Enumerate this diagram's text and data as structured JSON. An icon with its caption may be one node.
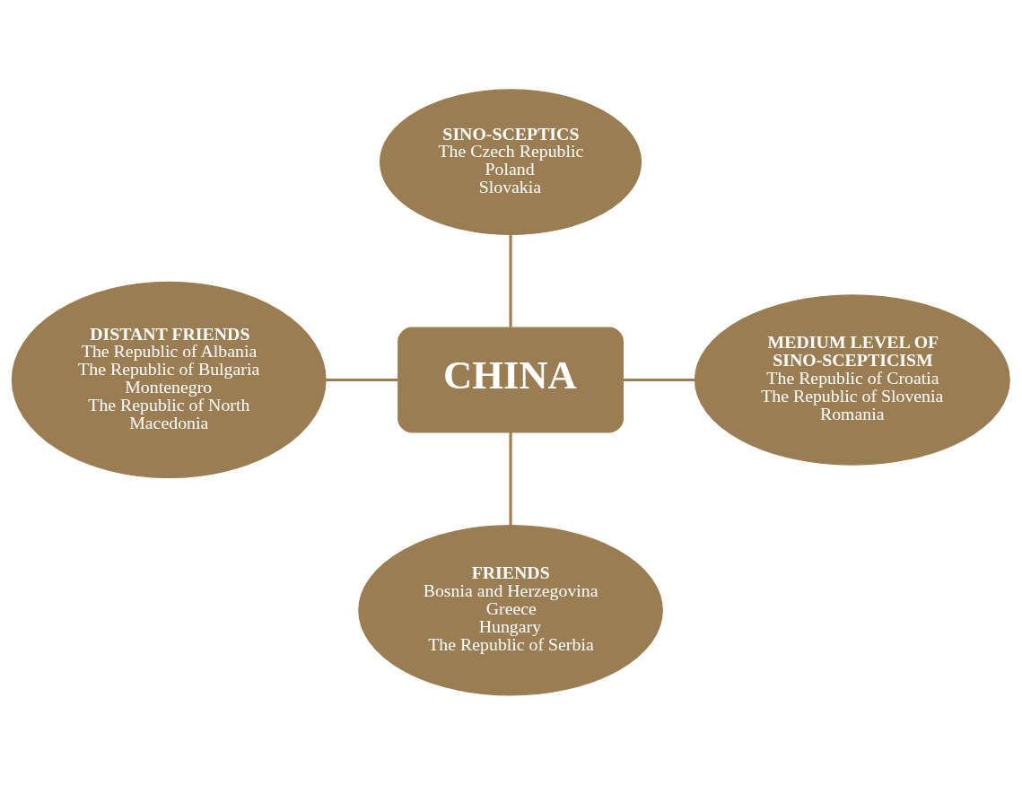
{
  "diagram": {
    "nodes": [
      {
        "text": [
          "SINO-SCEPTICS",
          "The Czech Republic",
          "Poland",
          "Slovakia"
        ]
      },
      {
        "text": [
          "DISTANT FRIENDS",
          "The Republic of Albania",
          "The Republic of Bulgaria",
          "Montenegro",
          "The Republic of North Macedonia"
        ]
      },
      {
        "text": [
          "CHINA"
        ]
      },
      {
        "text": [
          "MEDIUM LEVEL OF SINO-SCEPTICISM",
          "The Republic of Croatia",
          "The Republic of Slovenia",
          "Romania"
        ]
      },
      {
        "text": [
          "FRIENDS",
          "Bosnia and Herzegovina",
          "Greece",
          "Hungary",
          "The Republic of Serbia"
        ]
      }
    ],
    "edges": [
      {
        "from": 0,
        "to": 2,
        "arrow": "none"
      },
      {
        "from": 1,
        "to": 2,
        "arrow": "none"
      },
      {
        "from": 2,
        "to": 3,
        "arrow": "none"
      },
      {
        "from": 2,
        "to": 4,
        "arrow": "none"
      }
    ]
  }
}
